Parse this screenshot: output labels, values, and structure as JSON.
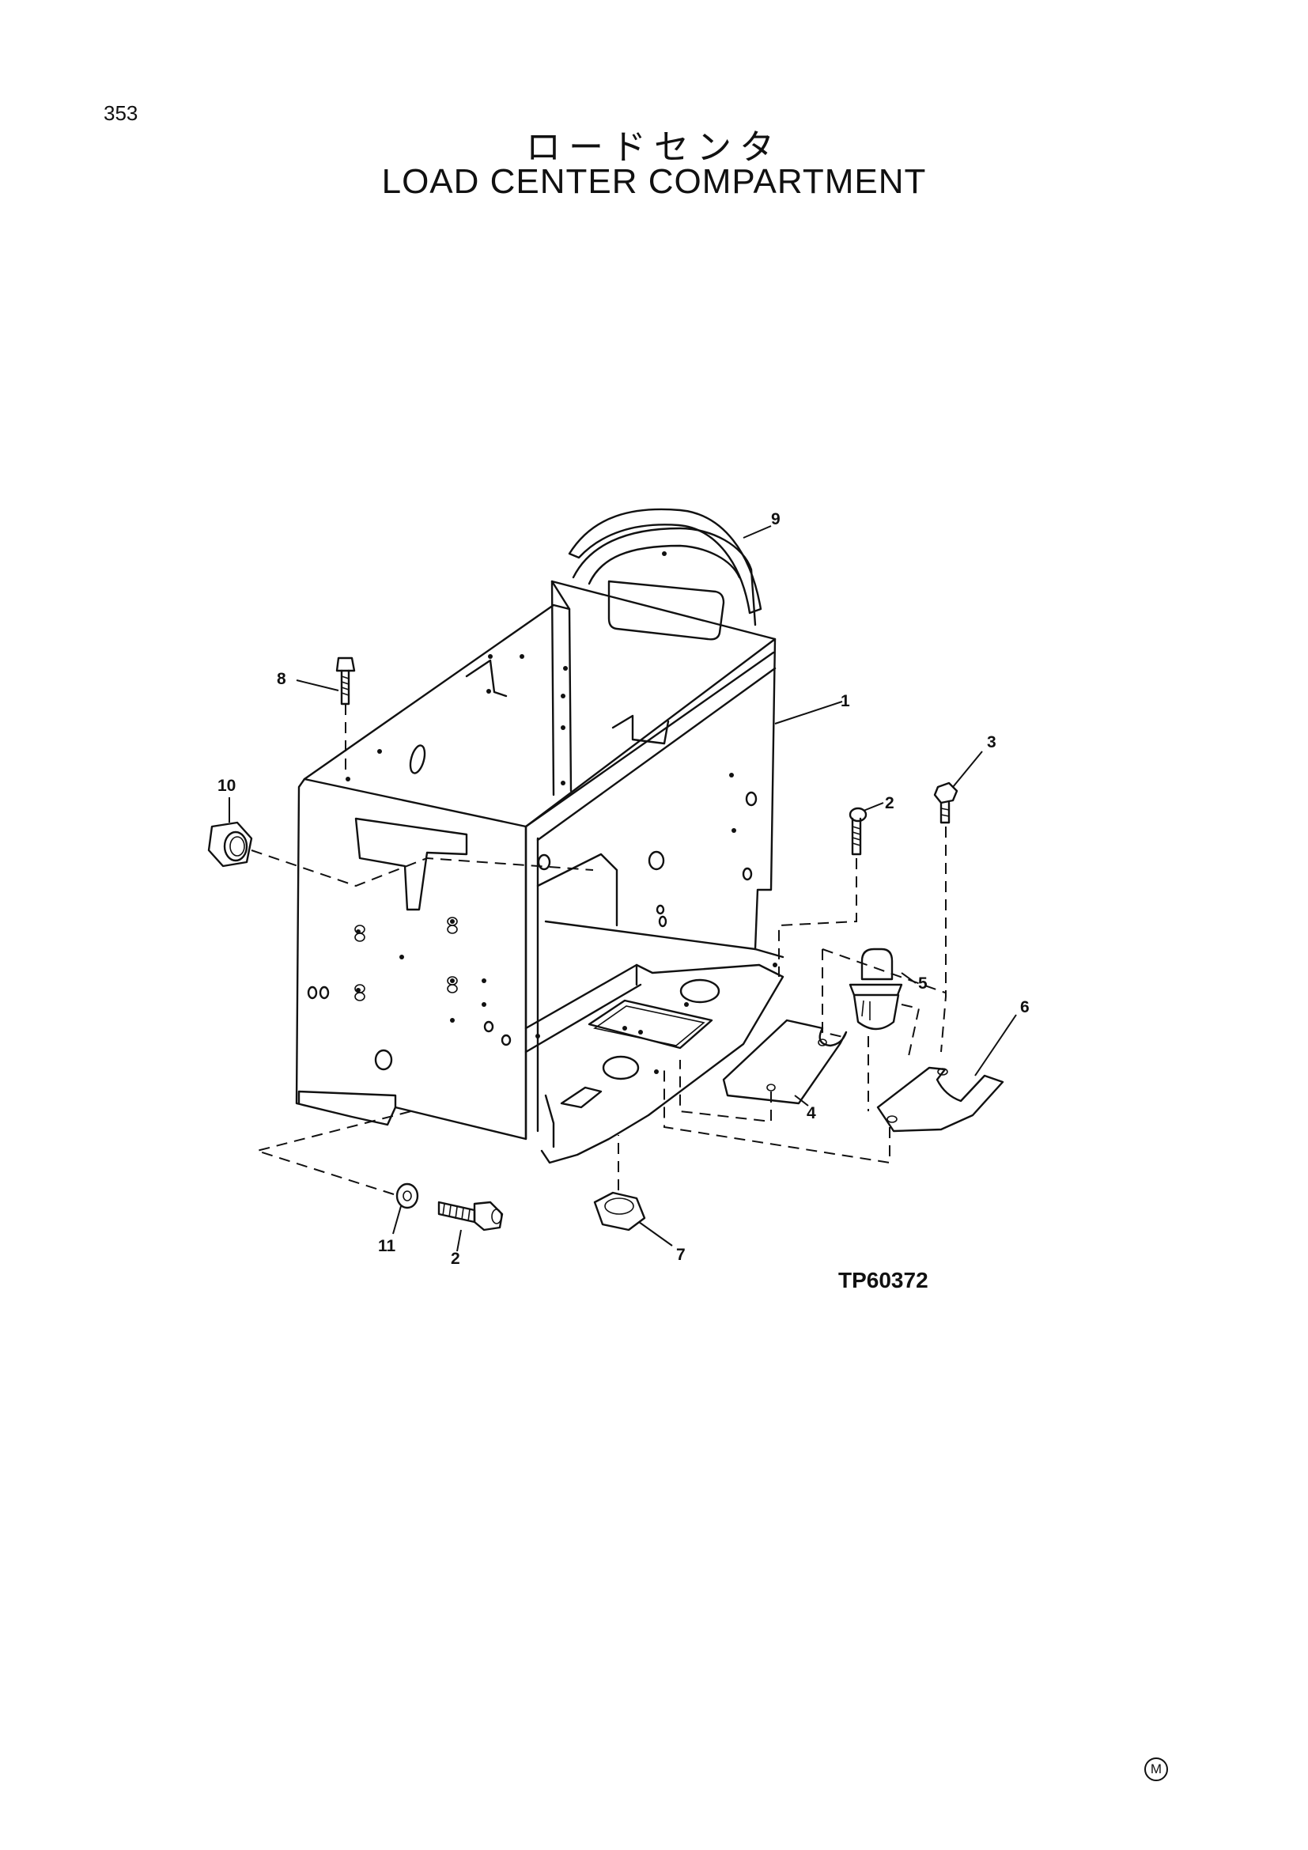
{
  "page_number": "353",
  "title_japanese": "ロードセンタ",
  "title_english": "LOAD CENTER COMPARTMENT",
  "figure_id": "TP60372",
  "footer_mark": "M",
  "callouts": [
    {
      "id": "1",
      "label": "1"
    },
    {
      "id": "2a",
      "label": "2"
    },
    {
      "id": "2b",
      "label": "2"
    },
    {
      "id": "3",
      "label": "3"
    },
    {
      "id": "4",
      "label": "4"
    },
    {
      "id": "5",
      "label": "5"
    },
    {
      "id": "6",
      "label": "6"
    },
    {
      "id": "7",
      "label": "7"
    },
    {
      "id": "8",
      "label": "8"
    },
    {
      "id": "9",
      "label": "9"
    },
    {
      "id": "10",
      "label": "10"
    },
    {
      "id": "11",
      "label": "11"
    }
  ]
}
